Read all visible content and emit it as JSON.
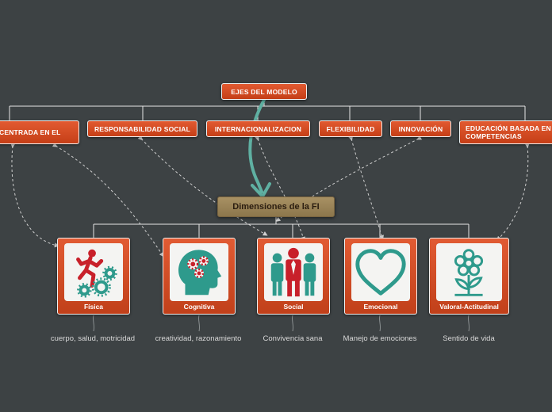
{
  "root": {
    "label": "EJES DEL MODELO"
  },
  "axes": [
    {
      "label": "CENTRADA EN EL"
    },
    {
      "label": "RESPONSABILIDAD SOCIAL"
    },
    {
      "label": "INTERNACIONALIZACION"
    },
    {
      "label": "FLEXIBILIDAD"
    },
    {
      "label": "INNOVACIÓN"
    },
    {
      "label": "EDUCACIÓN BASADA EN\nCOMPETENCIAS"
    }
  ],
  "center": {
    "label": "Dimensiones de la FI"
  },
  "dimensions": [
    {
      "label": "Física",
      "note": "cuerpo, salud, motricidad",
      "icon": "runner-gears-icon"
    },
    {
      "label": "Cognitiva",
      "note": "creatividad, razonamiento",
      "icon": "head-gears-icon"
    },
    {
      "label": "Social",
      "note": "Convivencia sana",
      "icon": "people-group-icon"
    },
    {
      "label": "Emocional",
      "note": "Manejo de emociones",
      "icon": "heart-icon"
    },
    {
      "label": "Valoral-Actitudinal",
      "note": "Sentido de vida",
      "icon": "flower-icon"
    }
  ],
  "colors": {
    "background": "#3d4244",
    "node": "#d44d25",
    "center": "#9b8458",
    "icon_red": "#c8202a",
    "icon_teal": "#2e9a8c",
    "arrow": "#5fb0a2"
  }
}
